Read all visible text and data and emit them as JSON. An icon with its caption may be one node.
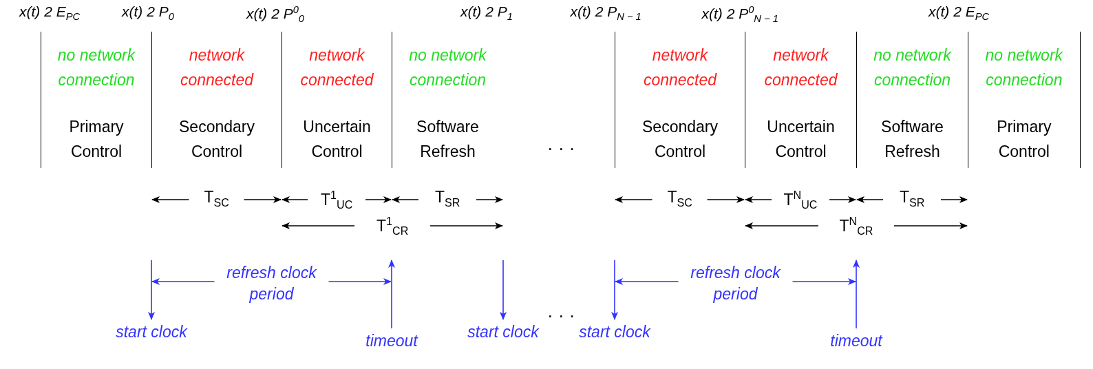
{
  "diagram": {
    "nodes": [
      {
        "text": [
          "no network connection",
          "Primary Control"
        ]
      },
      {
        "text": [
          "network connected",
          "Secondary Control"
        ]
      },
      {
        "text": [
          "network connected",
          "Uncertain Control"
        ]
      },
      {
        "text": [
          "no network connection",
          "Software Refresh"
        ]
      },
      {
        "text": [
          "network connected",
          "Secondary Control"
        ]
      },
      {
        "text": [
          "network connected",
          "Uncertain Control"
        ]
      },
      {
        "text": [
          "no network connection",
          "Software Refresh"
        ]
      },
      {
        "text": [
          "no network connection",
          "Primary Control"
        ]
      },
      {
        "text": [
          "start clock"
        ]
      },
      {
        "text": [
          "timeout"
        ]
      },
      {
        "text": [
          "start clock"
        ]
      },
      {
        "text": [
          "start clock"
        ]
      },
      {
        "text": [
          "timeout"
        ]
      }
    ],
    "edges": [
      {
        "from": null,
        "to": 8,
        "arrow": "to"
      },
      {
        "from": 9,
        "to": null,
        "arrow": "to"
      },
      {
        "from": null,
        "to": 10,
        "arrow": "to"
      },
      {
        "from": null,
        "to": 11,
        "arrow": "to"
      },
      {
        "from": 12,
        "to": null,
        "arrow": "to"
      }
    ],
    "labels": [
      "x(t) 2 E$_{PC}$",
      "x(t) 2 P$_{0}$",
      "x(t) 2 P$^{0}$$_{0}$",
      "x(t) 2 P$_{1}$",
      "x(t) 2 P$_{N − 1}$",
      "x(t) 2 P$^{0}$$_{N − 1}$",
      "x(t) 2 E$_{PC}$",
      "· · ·",
      "T$_{SC}$",
      "T$^{1}$$_{UC}$",
      "T$_{SR}$",
      "T$_{SC}$",
      "T$^{N}$$_{UC}$",
      "T$_{SR}$",
      "T$^{1}$$_{CR}$",
      "T$^{N}$$_{CR}$",
      "refresh clock period",
      "· · ·",
      "refresh clock period"
    ]
  }
}
